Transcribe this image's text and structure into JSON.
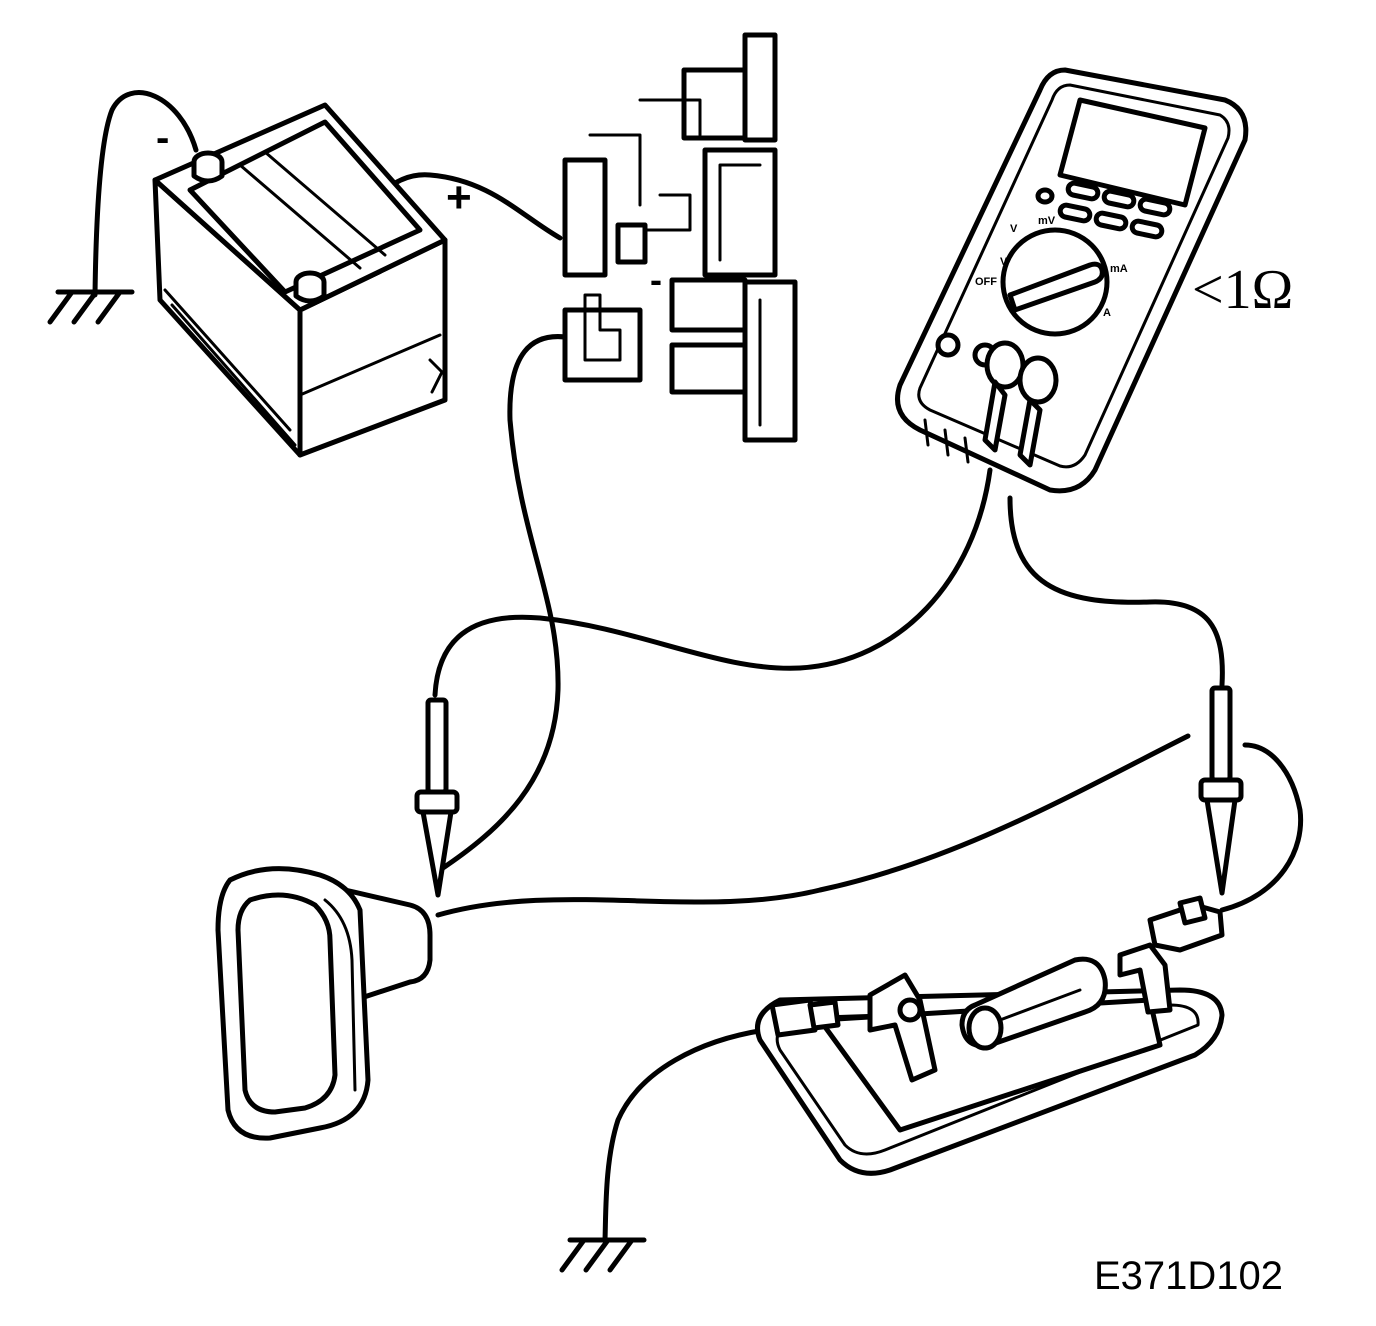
{
  "labels": {
    "battery_negative": "-",
    "battery_positive": "+",
    "fuse_negative": "-",
    "resistance": "<1Ω",
    "figure_code": "E371D102"
  },
  "multimeter": {
    "dial": {
      "v_ac": "V",
      "mv": "mV",
      "v_dc": "V",
      "ma": "mA",
      "a": "A",
      "off": "OFF"
    }
  }
}
